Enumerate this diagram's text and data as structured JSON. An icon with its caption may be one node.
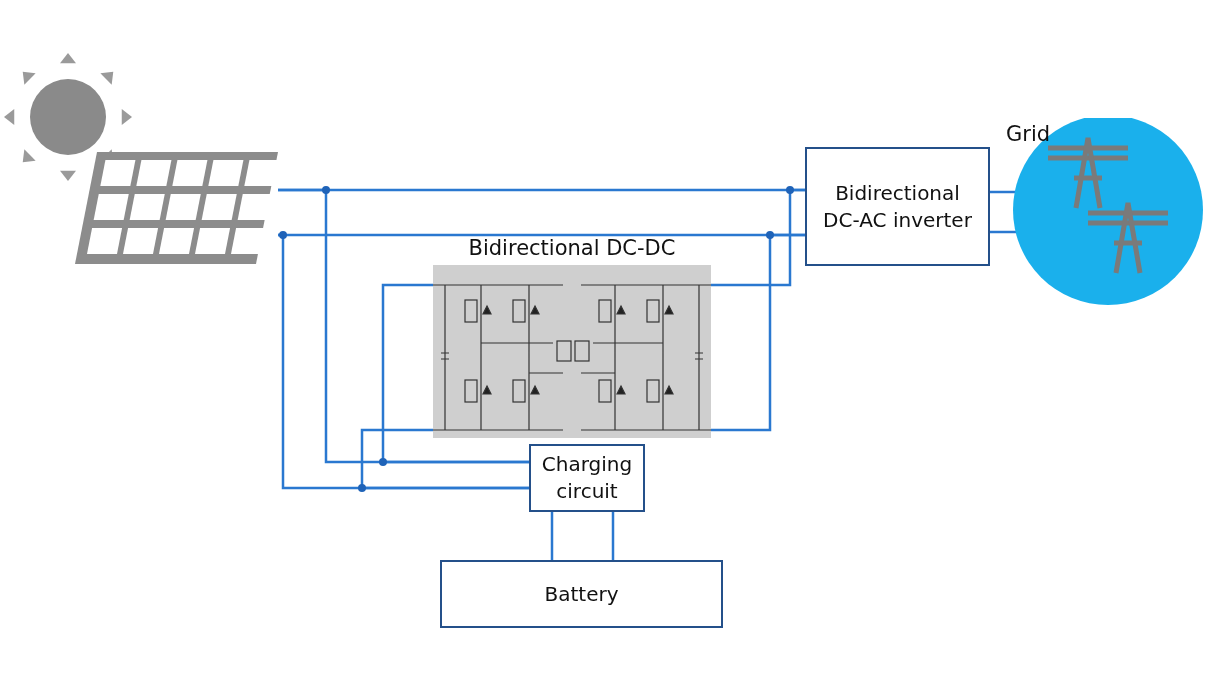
{
  "diagram": {
    "nodes": [
      {
        "text": [],
        "shape": "picture"
      },
      {
        "text": [
          "Bidirectional DC-AC inverter"
        ]
      },
      {
        "text": [
          "Grid"
        ]
      },
      {
        "text": [
          "Bidirectional DC-DC"
        ]
      },
      {
        "text": [
          "Charging circuit"
        ]
      },
      {
        "text": [
          "Battery"
        ]
      }
    ],
    "edges": [
      {
        "from": 0,
        "to": 1,
        "arrow": "none"
      },
      {
        "from": 0,
        "to": 1,
        "arrow": "none"
      },
      {
        "from": 0,
        "to": 4,
        "arrow": "none"
      },
      {
        "from": 0,
        "to": 4,
        "arrow": "none"
      },
      {
        "from": 3,
        "to": 4,
        "arrow": "none"
      },
      {
        "from": 3,
        "to": 4,
        "arrow": "none"
      },
      {
        "from": 3,
        "to": 1,
        "arrow": "none"
      },
      {
        "from": 3,
        "to": 1,
        "arrow": "none"
      },
      {
        "from": 1,
        "to": 2,
        "arrow": "none"
      },
      {
        "from": 1,
        "to": 2,
        "arrow": "none"
      },
      {
        "from": 4,
        "to": 5,
        "arrow": "none"
      },
      {
        "from": 4,
        "to": 5,
        "arrow": "none"
      }
    ]
  }
}
